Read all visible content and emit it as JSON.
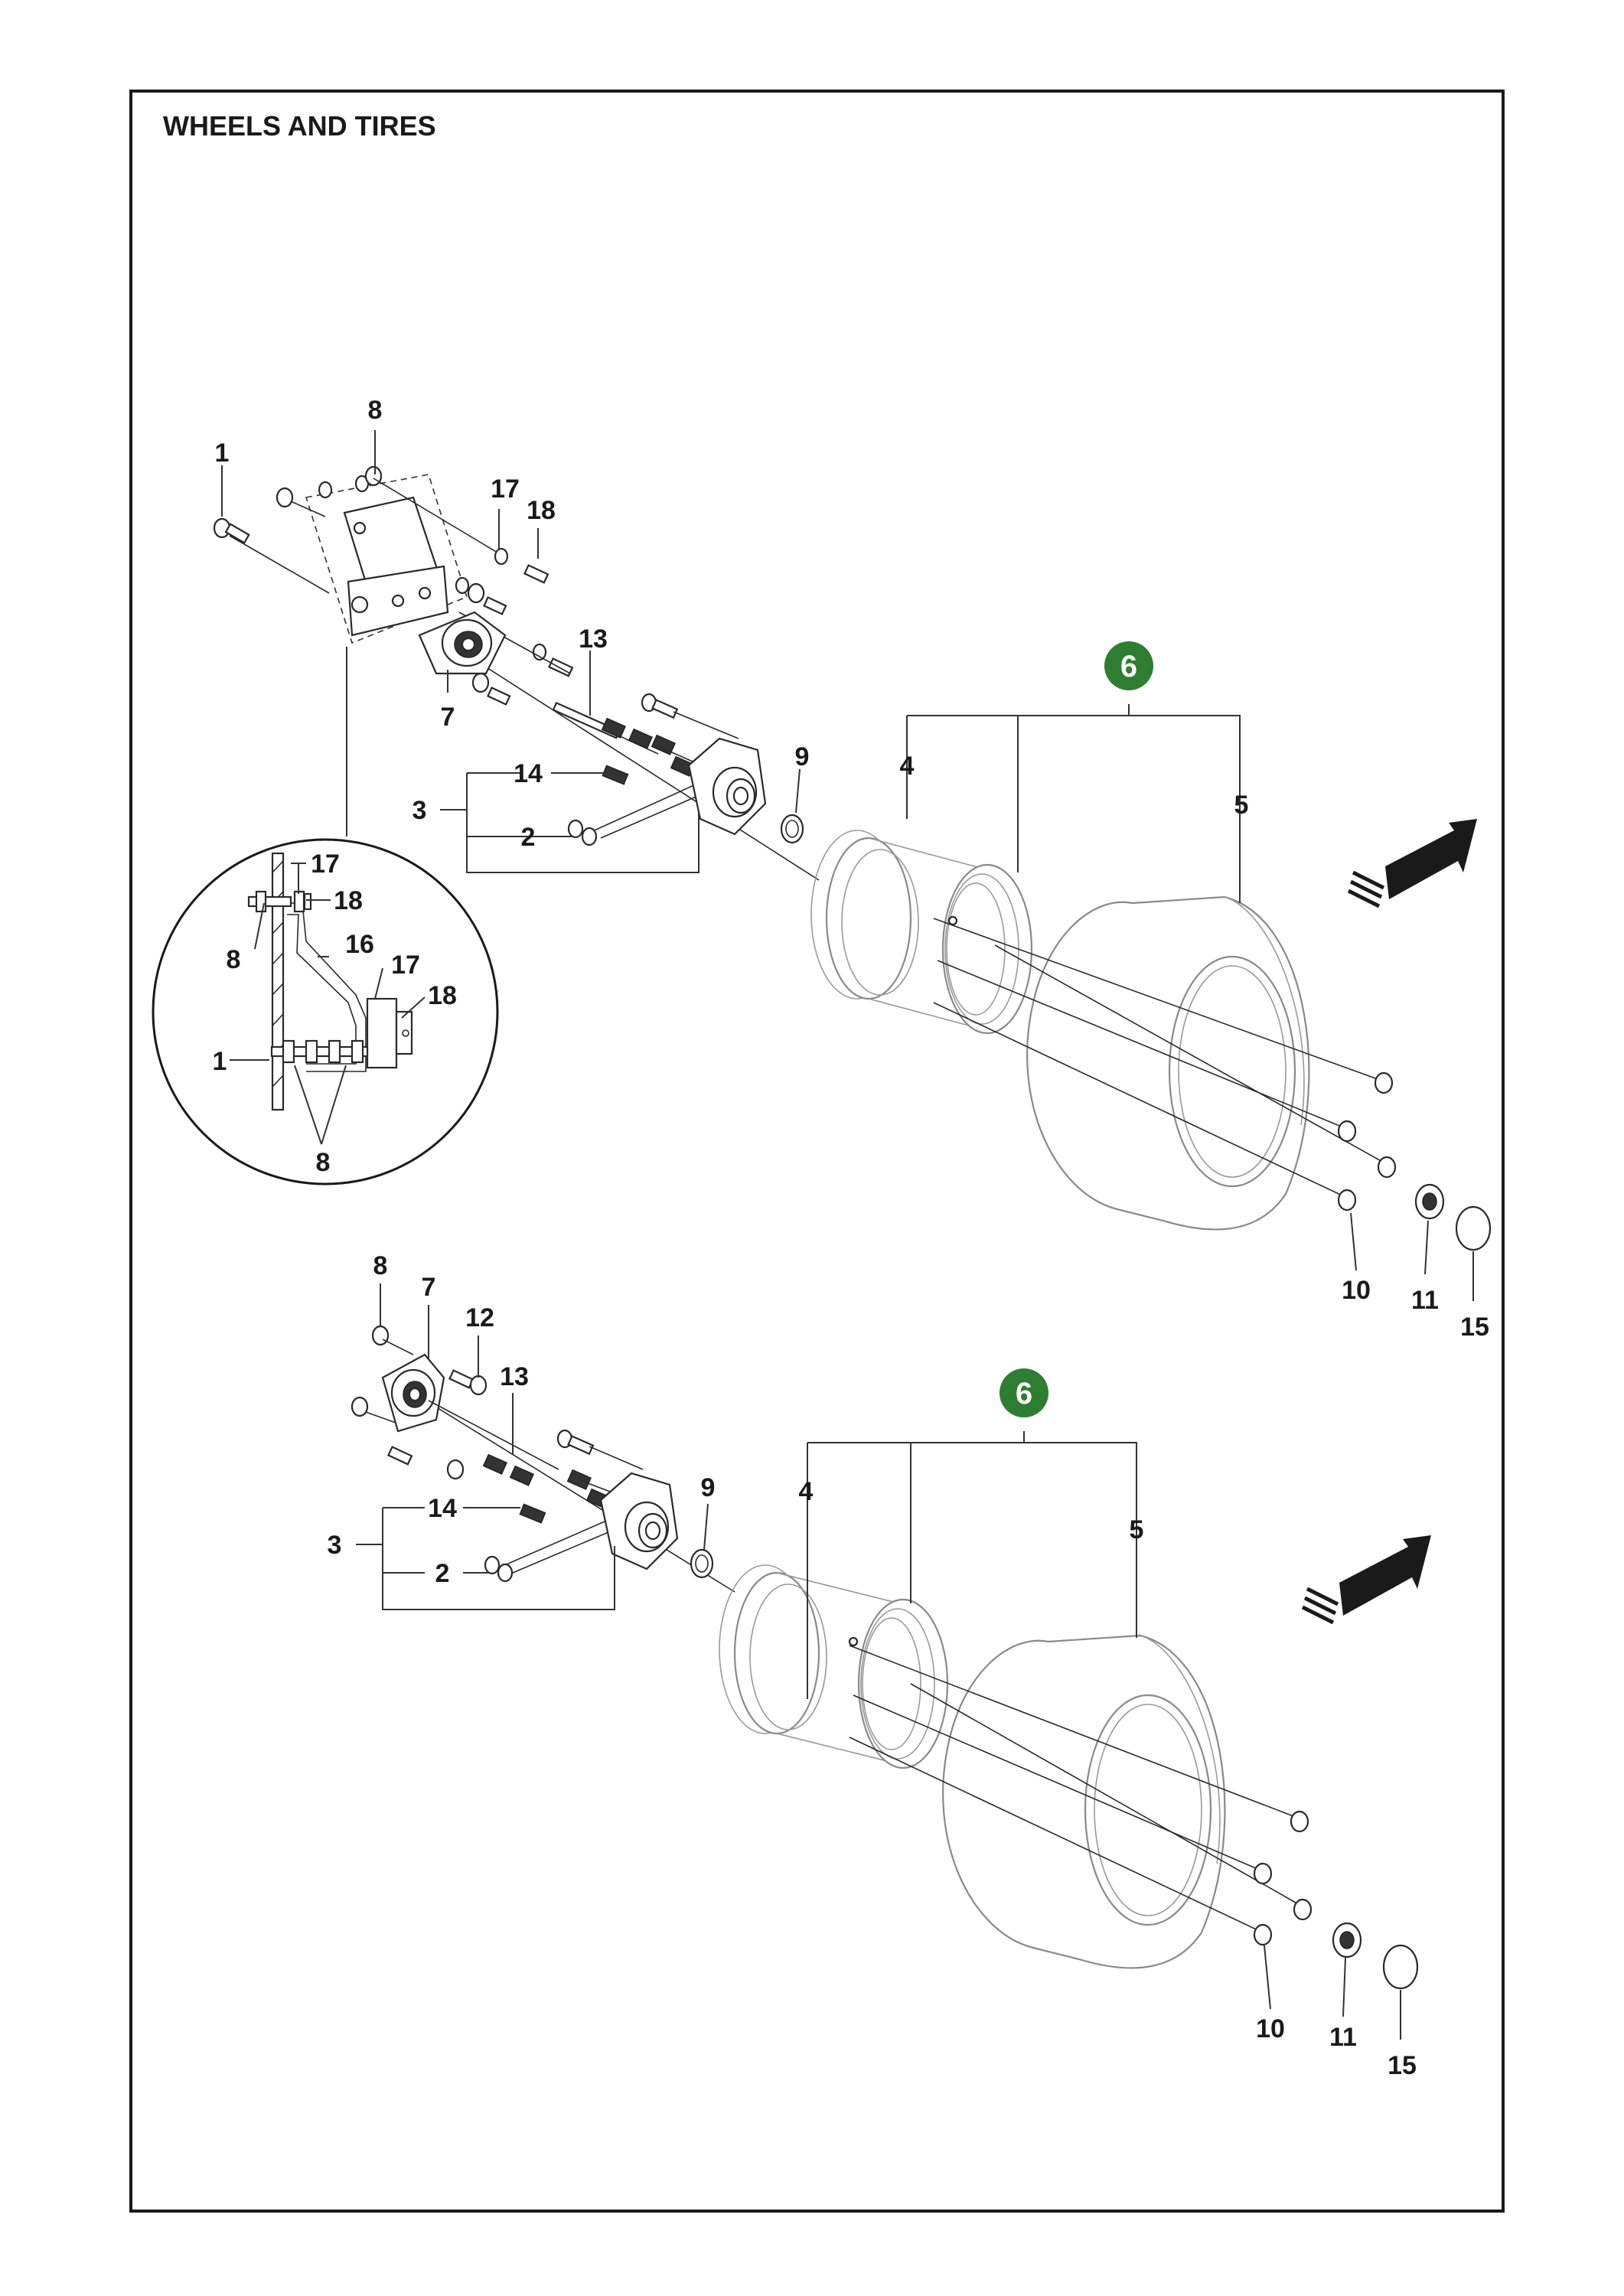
{
  "title": "WHEELS AND TIRES",
  "colors": {
    "badge": "#2e7d32",
    "line": "#2a2a2a",
    "arrow": "#1a1a1a"
  },
  "icons": [
    "direction-arrow-icon"
  ],
  "upper_assembly": {
    "badge": "6",
    "callouts": {
      "c1": "1",
      "c8_top": "8",
      "c17": "17",
      "c18": "18",
      "c13": "13",
      "c7": "7",
      "c14": "14",
      "c3": "3",
      "c2": "2",
      "c9": "9",
      "c4": "4",
      "c5": "5",
      "c10": "10",
      "c11": "11",
      "c15": "15"
    }
  },
  "detail_view": {
    "callouts": {
      "c17a": "17",
      "c18a": "18",
      "c8a": "8",
      "c16": "16",
      "c17b": "17",
      "c18b": "18",
      "c1": "1",
      "c8b": "8"
    }
  },
  "lower_assembly": {
    "badge": "6",
    "callouts": {
      "c8": "8",
      "c7": "7",
      "c12": "12",
      "c13": "13",
      "c14": "14",
      "c3": "3",
      "c2": "2",
      "c9": "9",
      "c4": "4",
      "c5": "5",
      "c10": "10",
      "c11": "11",
      "c15": "15"
    }
  }
}
